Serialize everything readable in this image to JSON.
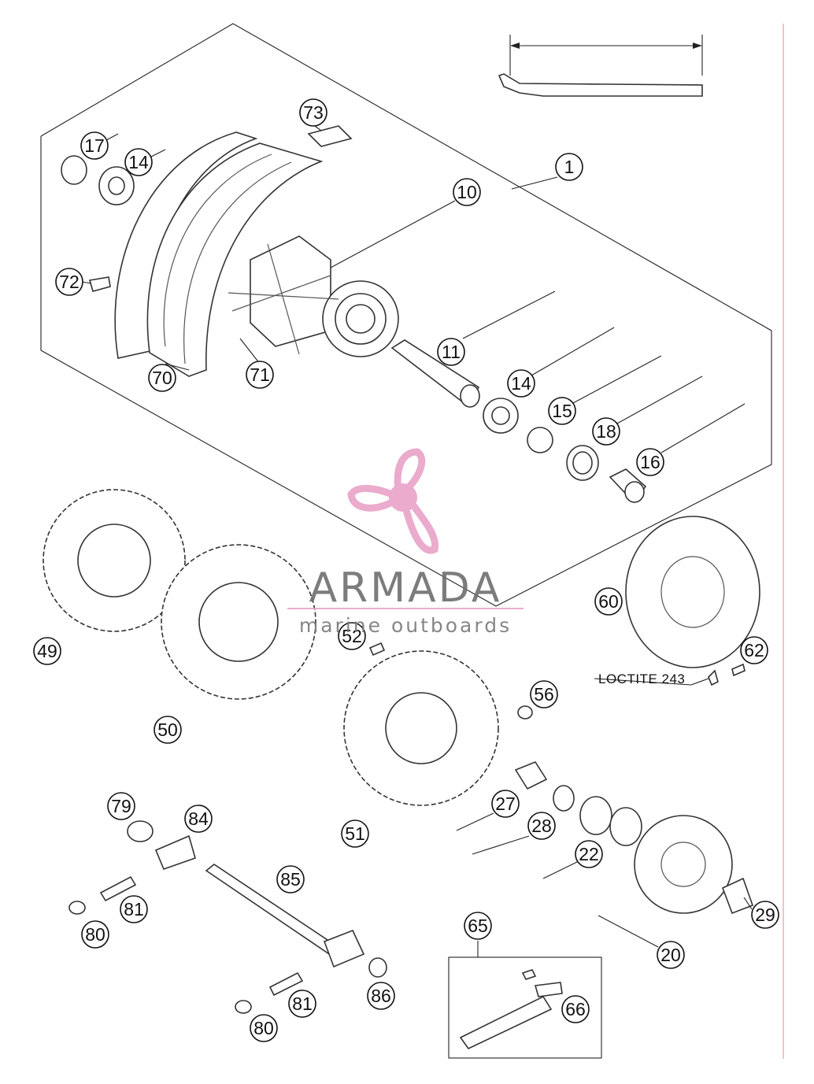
{
  "diagram": {
    "callouts": [
      "1",
      "10",
      "11",
      "14",
      "14",
      "15",
      "16",
      "17",
      "18",
      "20",
      "22",
      "27",
      "28",
      "29",
      "49",
      "50",
      "51",
      "52",
      "56",
      "60",
      "62",
      "65",
      "66",
      "70",
      "71",
      "72",
      "73",
      "79",
      "80",
      "80",
      "81",
      "81",
      "84",
      "85",
      "86"
    ],
    "note": "LOCTITE 243"
  },
  "watermark": {
    "brand": "ARMADA",
    "tagline": "marine outboards",
    "color": "#e8a3c8"
  },
  "icons": [
    "propeller-logo-icon"
  ]
}
